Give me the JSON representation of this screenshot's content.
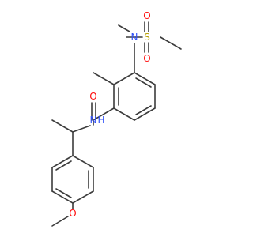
{
  "molecule": {
    "atoms": {
      "nitrogen_sulfonamide": {
        "text": "N",
        "color": "#3050f8"
      },
      "sulfur": {
        "text": "S",
        "color": "#b8a000"
      },
      "oxygen_sulfonyl_top": {
        "text": "O",
        "color": "#ff0d0d"
      },
      "oxygen_sulfonyl_bottom": {
        "text": "O",
        "color": "#ff0d0d"
      },
      "oxygen_carbonyl": {
        "text": "O",
        "color": "#ff0d0d"
      },
      "nitrogen_amide": {
        "text": "N",
        "color": "#3050f8"
      },
      "hydrogen_amide": {
        "text": "H",
        "color": "#3050f8"
      },
      "oxygen_methoxy": {
        "text": "O",
        "color": "#ff0d0d"
      }
    },
    "bond_color": "#3c3c3c"
  }
}
